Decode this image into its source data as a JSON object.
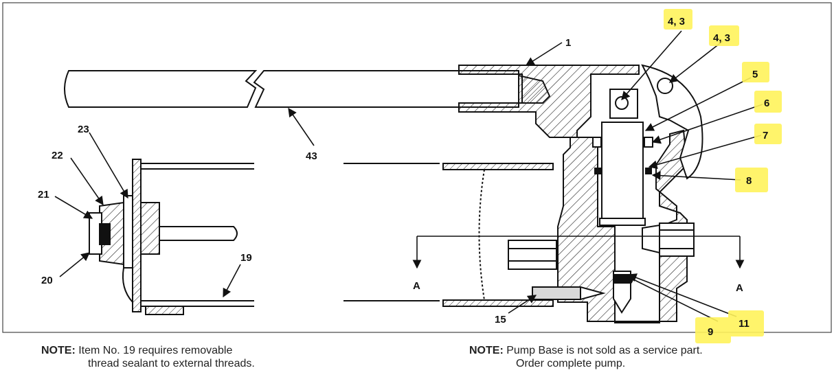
{
  "callouts": {
    "c1": "1",
    "c43a": "4, 3",
    "c43b": "4, 3",
    "c5": "5",
    "c6": "6",
    "c7": "7",
    "c8": "8",
    "c9": "9",
    "c11": "11",
    "c15": "15",
    "c19": "19",
    "c20": "20",
    "c21": "21",
    "c22": "22",
    "c23": "23",
    "c43": "43"
  },
  "section_marks": {
    "left": "A",
    "right": "A"
  },
  "highlight_color": "#fff35c",
  "notes": {
    "left": {
      "label": "NOTE:",
      "line1": "Item No. 19 requires removable",
      "line2": "thread sealant to external threads."
    },
    "right": {
      "label": "NOTE:",
      "line1": "Pump Base is not sold as a service part.",
      "line2": "Order complete pump."
    }
  }
}
